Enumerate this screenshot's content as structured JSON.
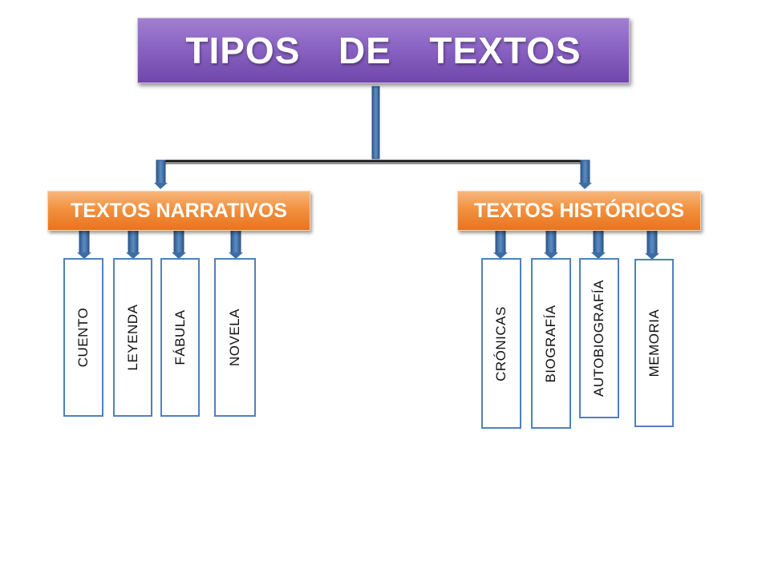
{
  "title": "TIPOS  DE  TEXTOS",
  "categories": {
    "narrativos": {
      "label": "TEXTOS NARRATIVOS",
      "items": [
        "CUENTO",
        "LEYENDA",
        "FÁBULA",
        "NOVELA"
      ]
    },
    "historicos": {
      "label": "TEXTOS HISTÓRICOS",
      "items": [
        "CRÓNICAS",
        "BIOGRAFÍA",
        "AUTOBIOGRAFÍA",
        "MEMORIA"
      ]
    }
  },
  "colors": {
    "title": "#7f56bc",
    "category": "#f0883a",
    "connector": "#3e6da3",
    "leaf_border": "#4f81bd"
  }
}
